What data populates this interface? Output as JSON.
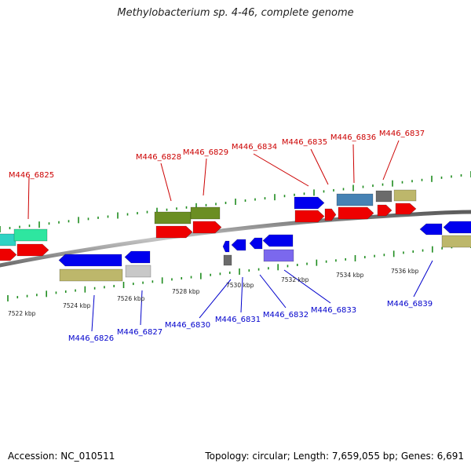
{
  "title": "Methylobacterium sp. 4-46, complete genome",
  "footer": {
    "accession": "Accession: NC_010511",
    "summary": "Topology: circular; Length: 7,659,055 bp; Genes: 6,691"
  },
  "colors": {
    "forward_label": "#cc0000",
    "reverse_label": "#0000cc",
    "backbone": "#8a8a8a",
    "tick_mark": "#1e8c1e"
  },
  "scale_labels": [
    "7522 kbp",
    "7524 kbp",
    "7526 kbp",
    "7528 kbp",
    "7530 kbp",
    "7532 kbp",
    "7534 kbp",
    "7536 kbp"
  ],
  "forward_gene_labels": [
    "M446_6825",
    "M446_6828",
    "M446_6829",
    "M446_6834",
    "M446_6835",
    "M446_6836",
    "M446_6837"
  ],
  "reverse_gene_labels": [
    "M446_6826",
    "M446_6827",
    "M446_6830",
    "M446_6831",
    "M446_6832",
    "M446_6833",
    "M446_6839"
  ]
}
